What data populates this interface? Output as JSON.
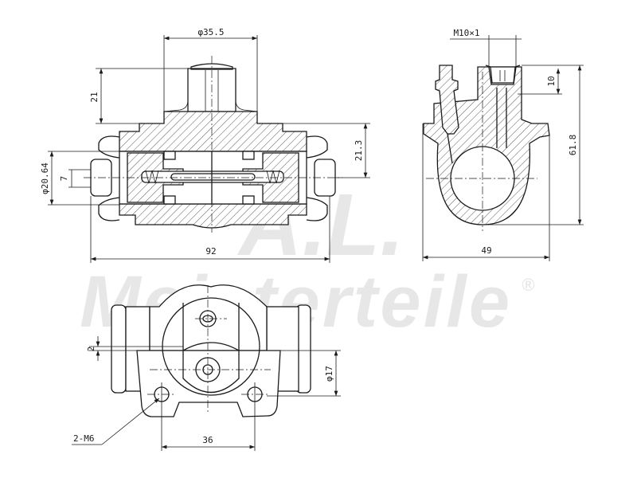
{
  "watermark": {
    "logo_text": "A.L.",
    "brand": "Meisterteile",
    "registered_mark": "®"
  },
  "dimensions": {
    "front_section": {
      "boss_diameter": "φ35.5",
      "boss_height": "21",
      "axis_height": "21.3",
      "bore_diameter": "φ20.64",
      "piston_pin": "7",
      "overall_length": "92"
    },
    "side_section": {
      "thread": "M10×1",
      "thread_depth": "10",
      "overall_height": "61.8",
      "overall_width": "49"
    },
    "bottom_view": {
      "offset": "2",
      "pilot_diameter": "φ17",
      "mounting_holes": "2-M6",
      "hole_spacing": "36"
    }
  }
}
